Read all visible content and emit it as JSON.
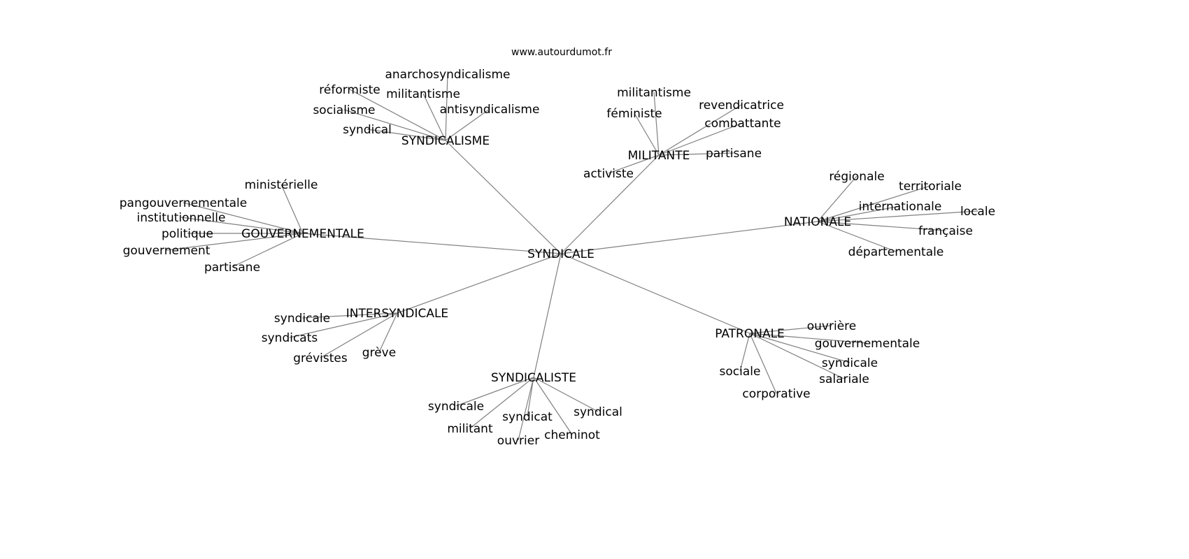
{
  "source": "www.autourdumot.fr",
  "root": "SYNDICALE",
  "groups": [
    {
      "hub": "SYNDICALISME",
      "leaves": [
        "anarchosyndicalisme",
        "militantisme",
        "réformiste",
        "antisyndicalisme",
        "socialisme",
        "syndical"
      ]
    },
    {
      "hub": "MILITANTE",
      "leaves": [
        "militantisme",
        "revendicatrice",
        "féministe",
        "combattante",
        "partisane",
        "activiste"
      ]
    },
    {
      "hub": "NATIONALE",
      "leaves": [
        "régionale",
        "territoriale",
        "internationale",
        "locale",
        "française",
        "départementale"
      ]
    },
    {
      "hub": "GOUVERNEMENTALE",
      "leaves": [
        "ministérielle",
        "pangouvernementale",
        "institutionnelle",
        "politique",
        "gouvernement",
        "partisane"
      ]
    },
    {
      "hub": "INTERSYNDICALE",
      "leaves": [
        "syndicale",
        "syndicats",
        "grévistes",
        "grève"
      ]
    },
    {
      "hub": "SYNDICALISTE",
      "leaves": [
        "syndicale",
        "militant",
        "syndicat",
        "ouvrier",
        "cheminot",
        "syndical"
      ]
    },
    {
      "hub": "PATRONALE",
      "leaves": [
        "ouvrière",
        "gouvernementale",
        "syndicale",
        "salariale",
        "sociale",
        "corporative"
      ]
    }
  ]
}
